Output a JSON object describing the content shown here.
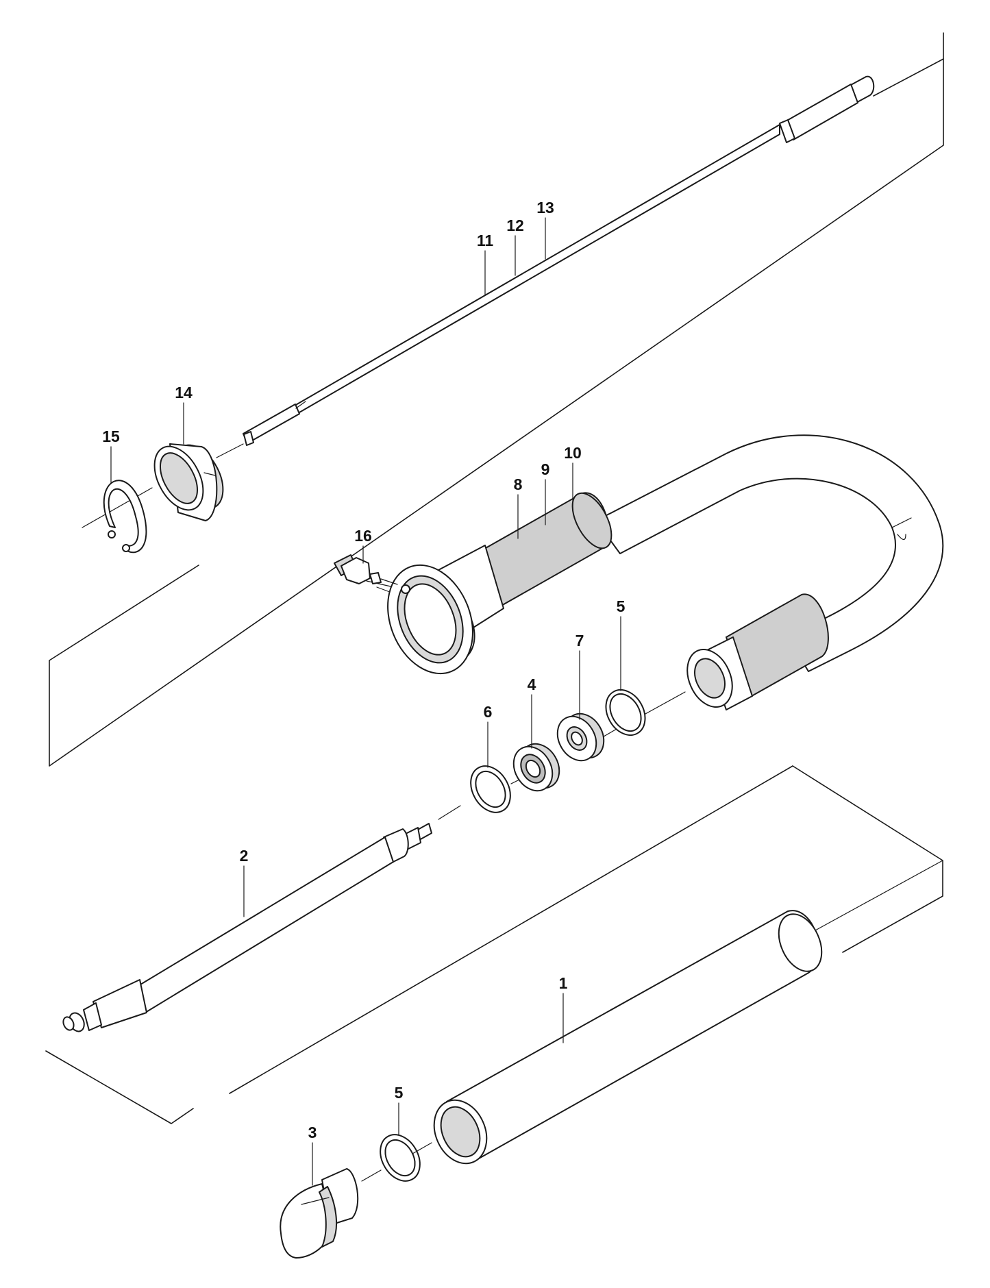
{
  "colors": {
    "line": "#1a1a1a",
    "part_fill": "#ffffff",
    "shade": "#d9d9d9",
    "grip": "#cfcfcf"
  },
  "callouts": [
    "11",
    "12",
    "13",
    "14",
    "15",
    "16",
    "8",
    "9",
    "10",
    "6",
    "4",
    "7",
    "5",
    "2",
    "1",
    "5",
    "3"
  ]
}
